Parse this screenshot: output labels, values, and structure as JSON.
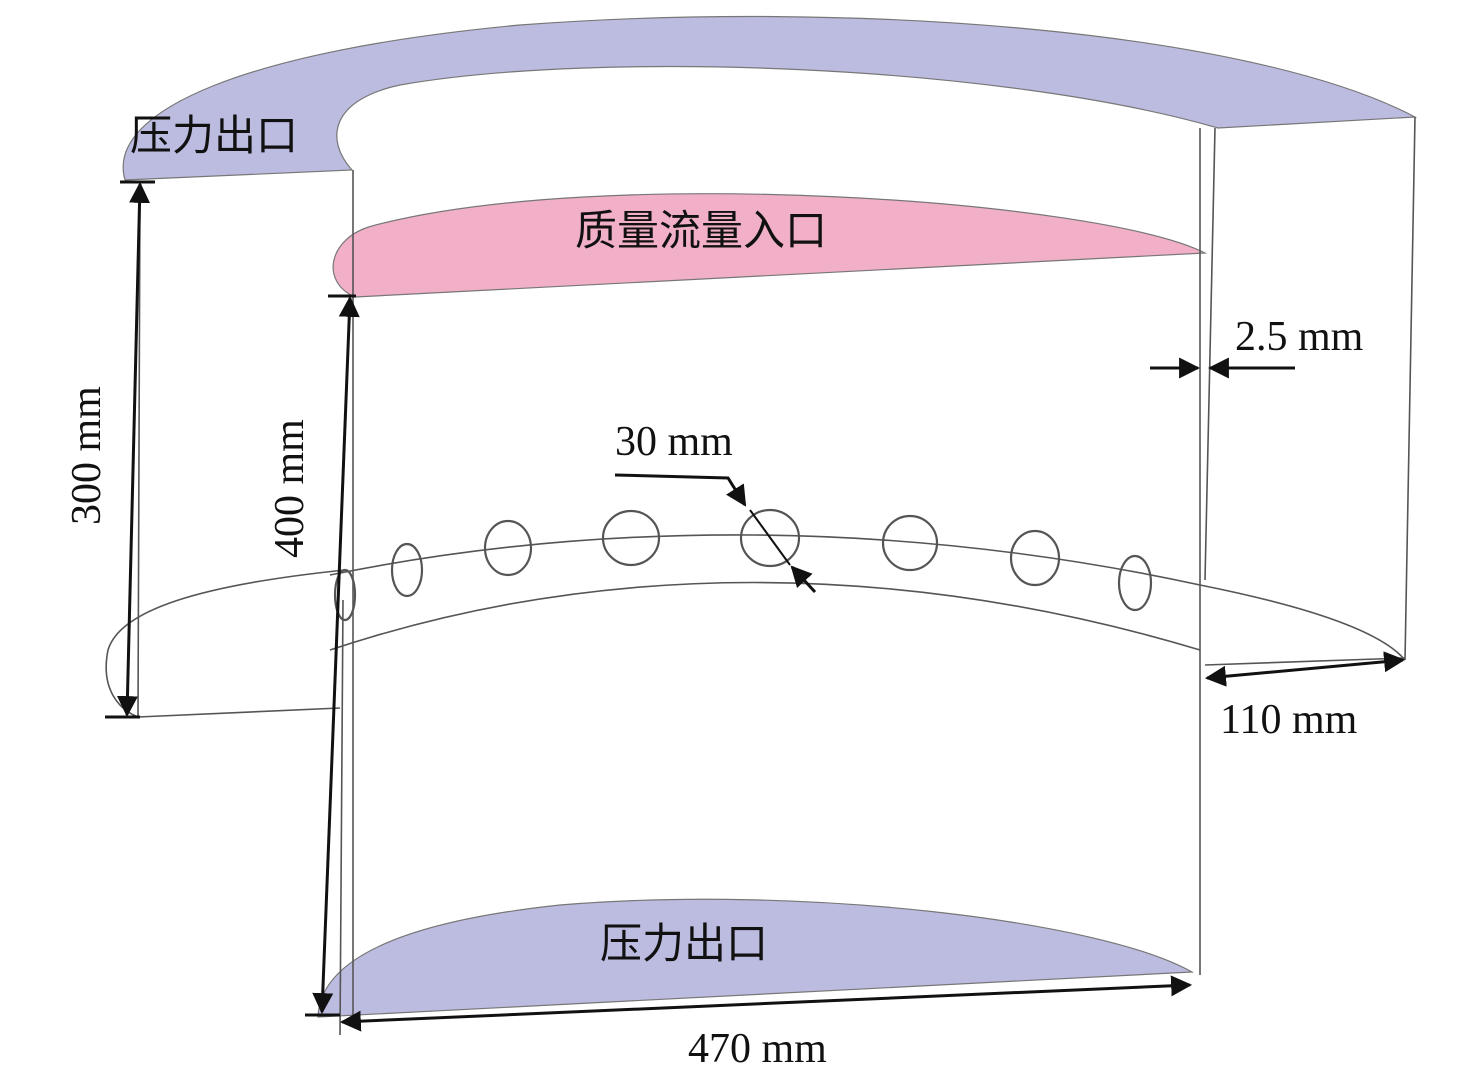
{
  "colors": {
    "pressure_outlet": "#bcbce0",
    "mass_flow_inlet": "#f2b0c8",
    "edge": "#555555",
    "dimension": "#111111"
  },
  "labels": {
    "top_outlet": "压力出口",
    "inlet": "质量流量入口",
    "bottom_outlet": "压力出口"
  },
  "dimensions": {
    "outer_height": "300 mm",
    "inner_height": "400 mm",
    "wall_thickness": "2.5 mm",
    "hole_diameter": "30 mm",
    "ring_width": "110 mm",
    "diameter": "470 mm"
  }
}
